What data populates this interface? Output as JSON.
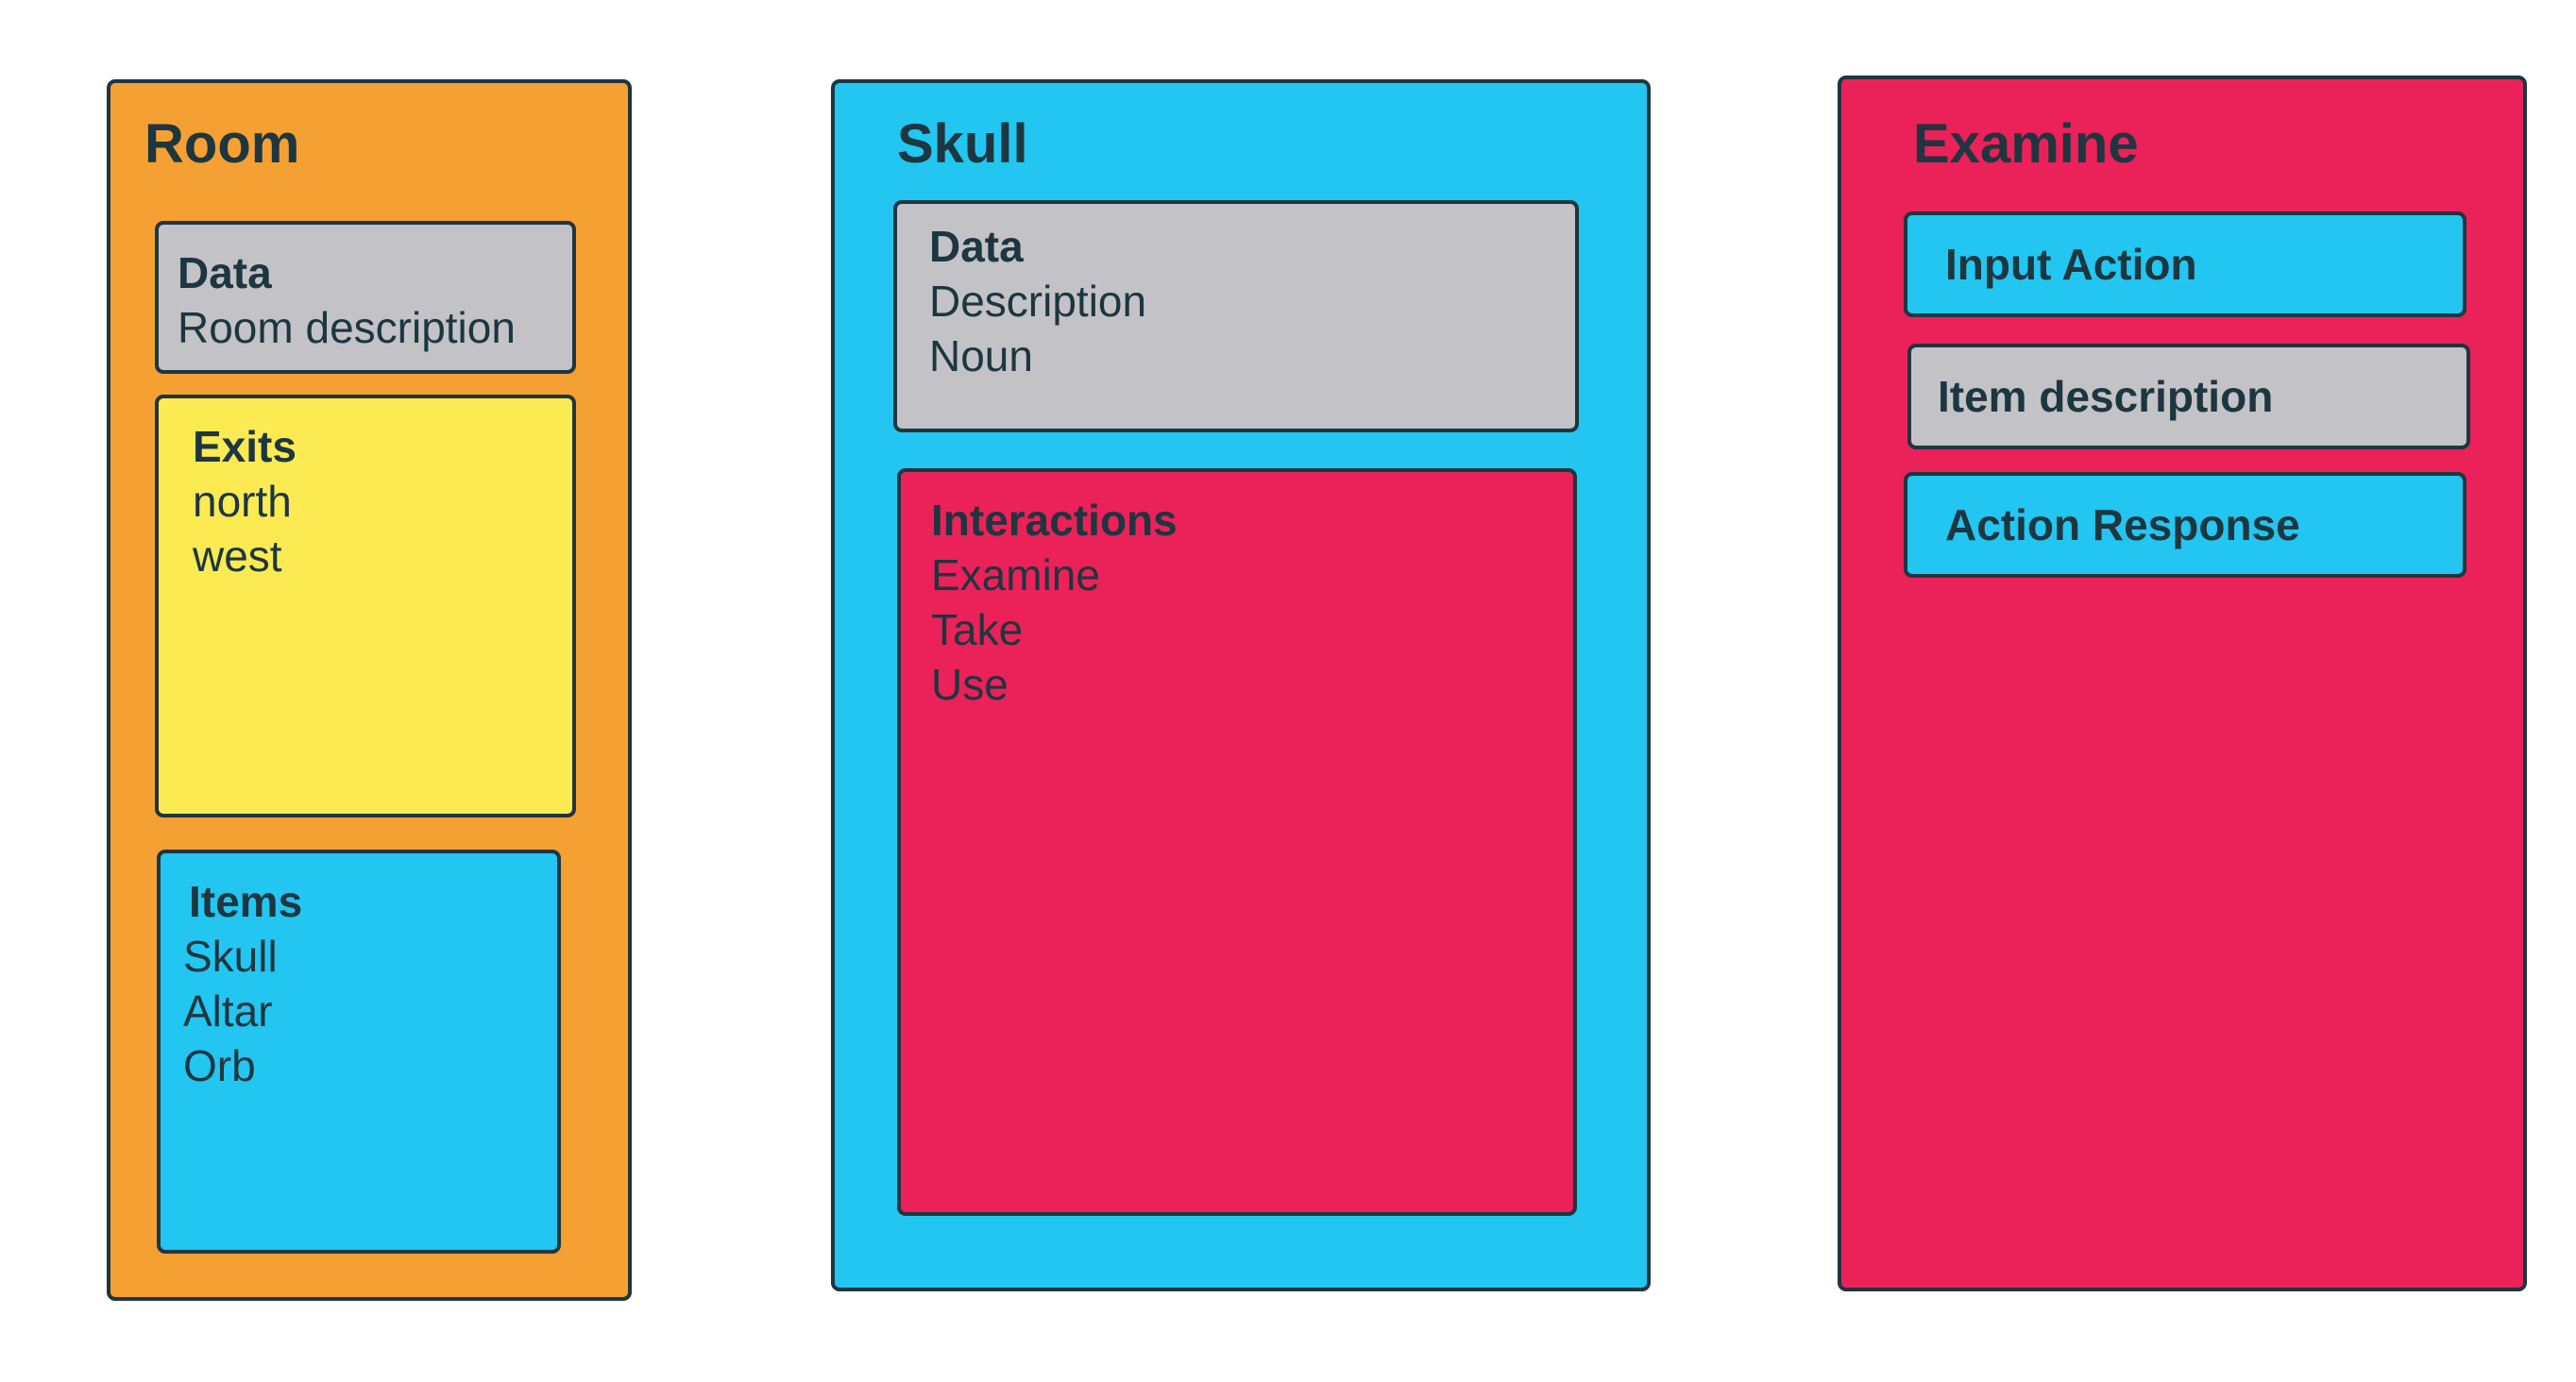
{
  "colors": {
    "orange": "#f5a033",
    "yellow": "#fcea52",
    "cyan": "#22c6f0",
    "crimson": "#eb215a",
    "gray": "#c3c2c7",
    "outline": "#1d3640"
  },
  "room": {
    "title": "Room",
    "data": {
      "title": "Data",
      "lines": [
        "Room description"
      ]
    },
    "exits": {
      "title": "Exits",
      "lines": [
        "north",
        "west"
      ]
    },
    "items": {
      "title": "Items",
      "lines": [
        "Skull",
        "Altar",
        "Orb"
      ]
    }
  },
  "skull": {
    "title": "Skull",
    "data": {
      "title": "Data",
      "lines": [
        "Description",
        "Noun"
      ]
    },
    "interactions": {
      "title": "Interactions",
      "lines": [
        "Examine",
        "Take",
        "Use"
      ]
    }
  },
  "examine": {
    "title": "Examine",
    "input_action": "Input Action",
    "item_description": "Item description",
    "action_response": "Action Response"
  }
}
